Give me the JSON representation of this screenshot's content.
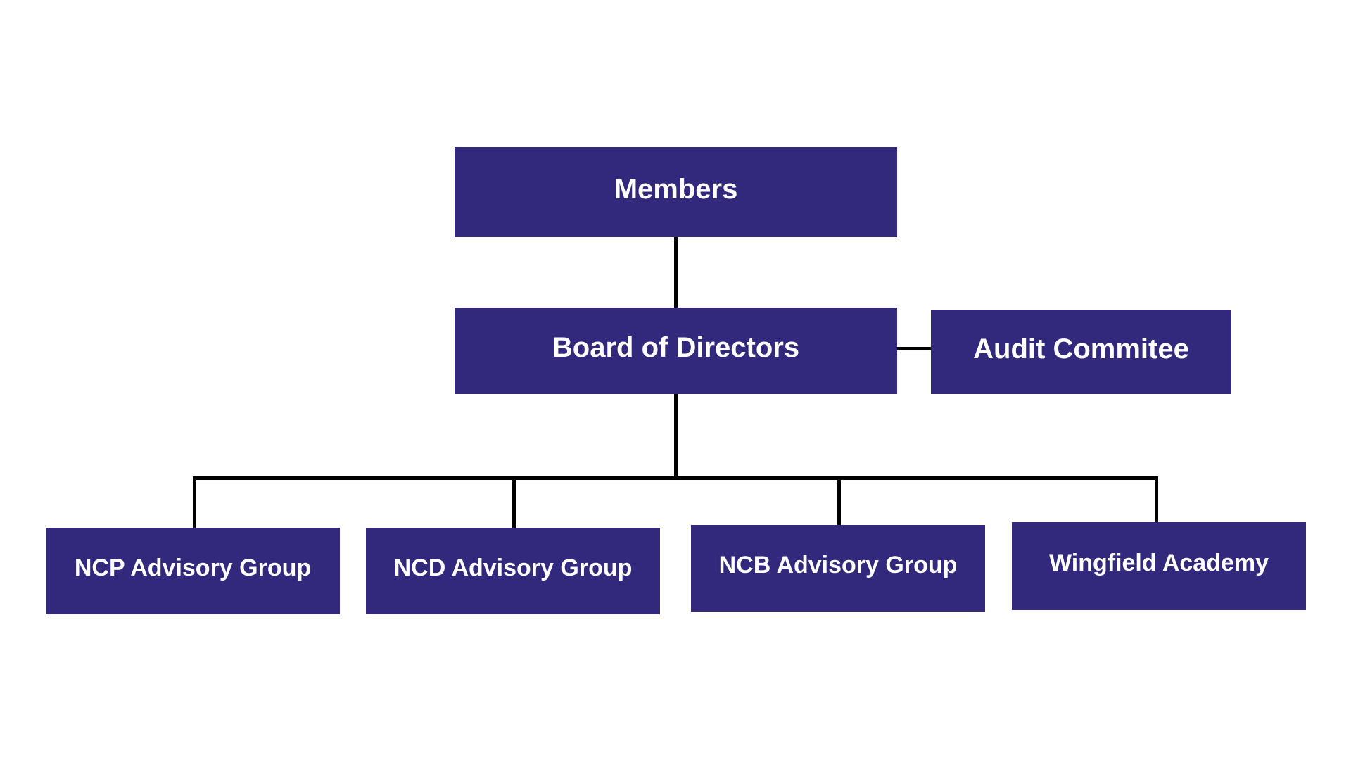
{
  "colors": {
    "box": "#32297D",
    "line": "#000000",
    "label": "#FFFFFF",
    "bg": "#FFFFFF"
  },
  "nodes": {
    "members": {
      "label": "Members"
    },
    "board": {
      "label": "Board of Directors"
    },
    "audit": {
      "label": "Audit Commitee"
    },
    "ncp": {
      "label": "NCP Advisory Group"
    },
    "ncd": {
      "label": "NCD Advisory Group"
    },
    "ncb": {
      "label": "NCB Advisory Group"
    },
    "wingfield": {
      "label": "Wingfield Academy"
    }
  },
  "connections": [
    {
      "from": "Members",
      "to": "Board of Directors"
    },
    {
      "from": "Board of Directors",
      "to": "Audit Commitee"
    },
    {
      "from": "Board of Directors",
      "to": "NCP Advisory Group"
    },
    {
      "from": "Board of Directors",
      "to": "NCD Advisory Group"
    },
    {
      "from": "Board of Directors",
      "to": "NCB Advisory Group"
    },
    {
      "from": "Board of Directors",
      "to": "Wingfield Academy"
    }
  ]
}
